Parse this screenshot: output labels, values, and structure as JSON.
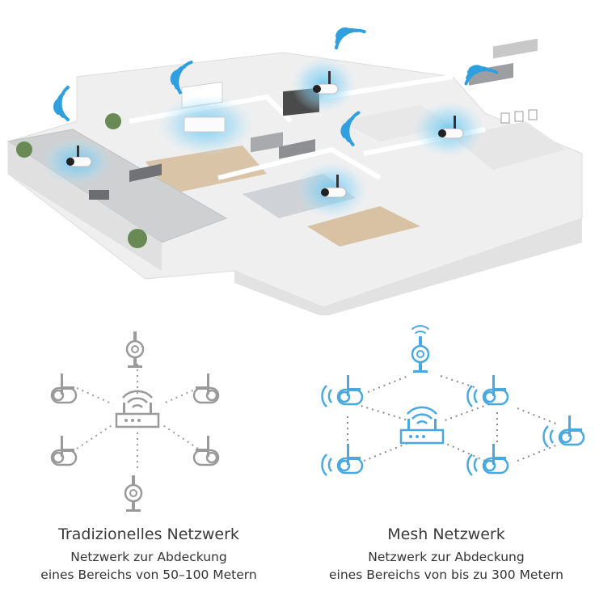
{
  "traditional": {
    "title": "Tradizionelles Netzwerk",
    "subtitle_line1": "Netzwerk zur Abdeckung",
    "subtitle_line2": "eines Bereichs von 50–100 Metern"
  },
  "mesh": {
    "title": "Mesh Netzwerk",
    "subtitle_line1": "Netzwerk zur Abdeckung",
    "subtitle_line2": "eines Bereichs von bis zu 300 Metern"
  },
  "icons": {
    "camera": "security-camera-icon",
    "router": "router-icon",
    "wifi": "wifi-icon"
  },
  "colors": {
    "traditional_gray": "#9a9a9a",
    "mesh_blue": "#4aa8e0",
    "signal_glow": "#6cc8f0"
  }
}
